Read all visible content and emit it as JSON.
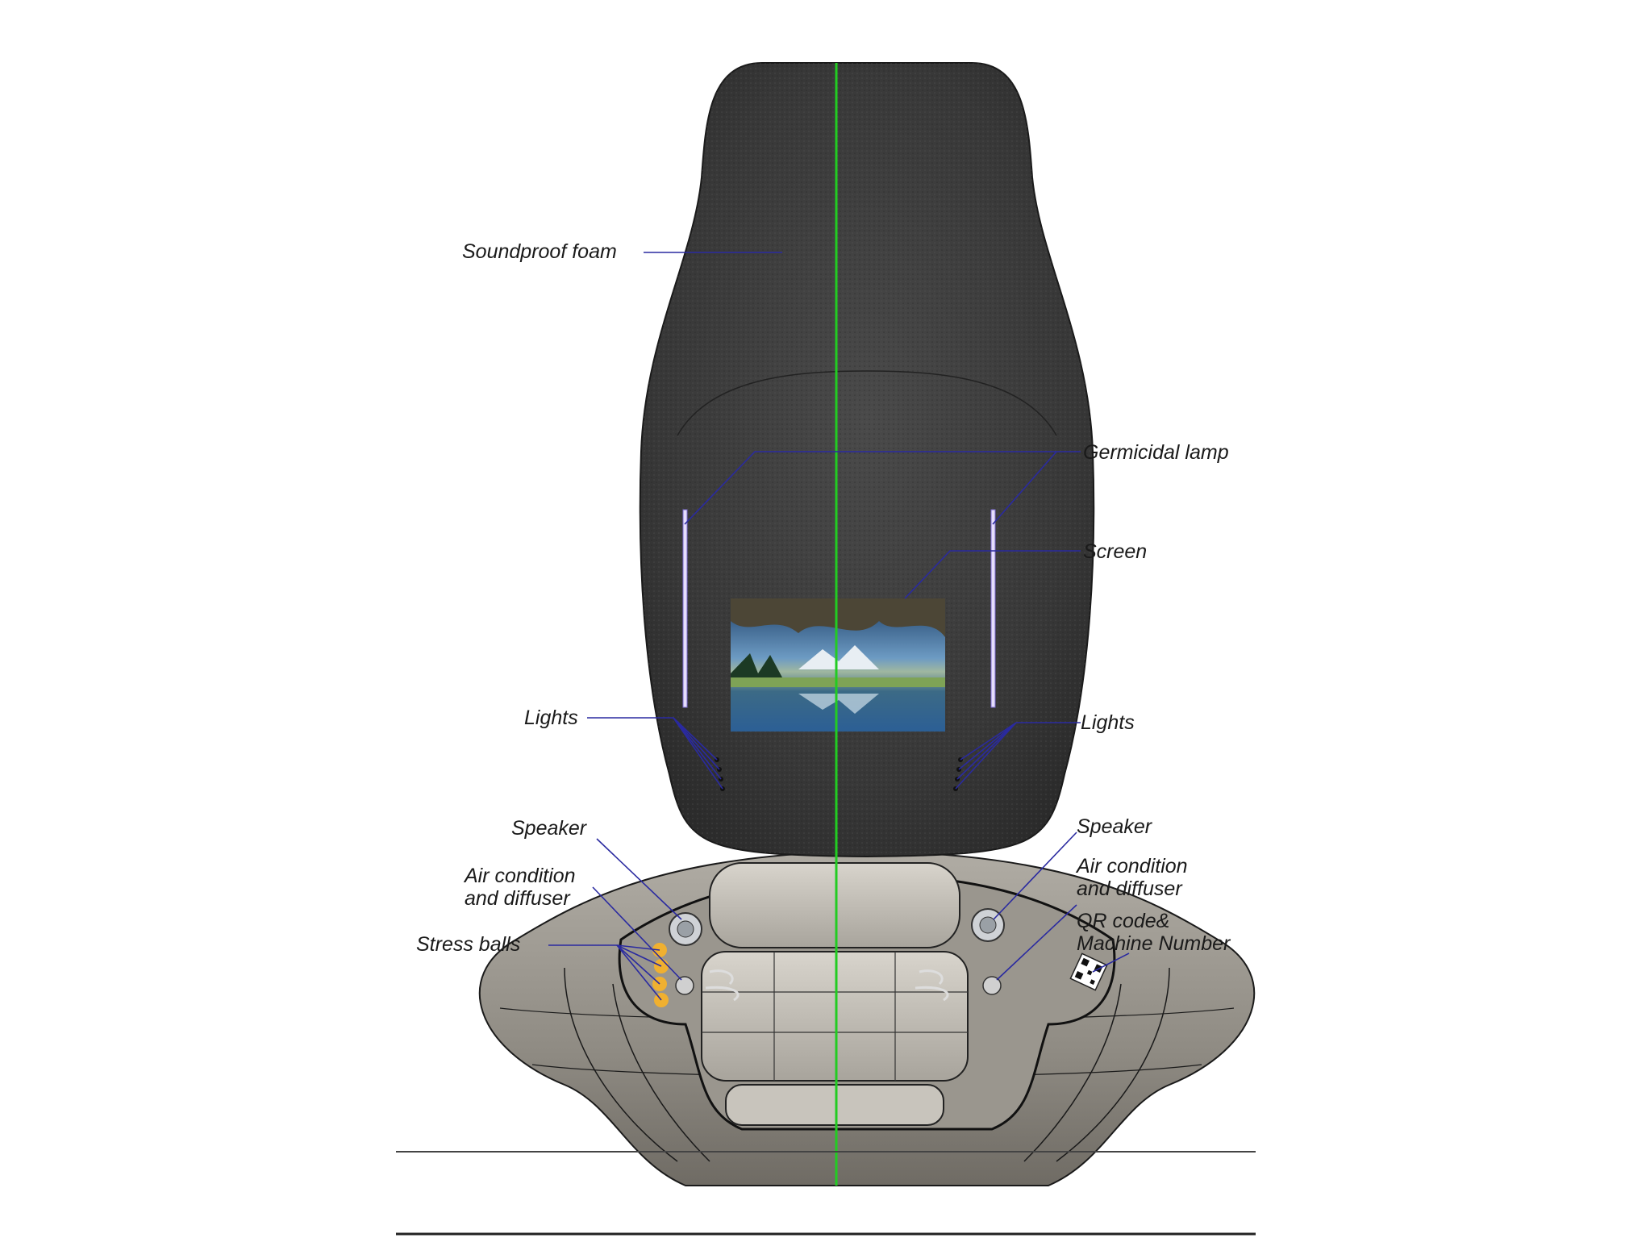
{
  "labels": {
    "soundproof_foam": "Soundproof foam",
    "germicidal_lamp": "Germicidal lamp",
    "screen": "Screen",
    "lights_left": "Lights",
    "lights_right": "Lights",
    "speaker_left": "Speaker",
    "speaker_right": "Speaker",
    "air_left_line1": "Air condition",
    "air_left_line2": "and diffuser",
    "air_right_line1": "Air condition",
    "air_right_line2": "and diffuser",
    "stress_balls": "Stress balls",
    "qr_line1": "QR code&",
    "qr_line2": "Machine Number"
  },
  "colors": {
    "leader_line": "#2a2aa0",
    "center_axis": "#22cc22",
    "foam": "#3a3a3a",
    "base": "#8c8880",
    "lamp": "#e8e0ff",
    "stress_balls": "#f0b030"
  }
}
